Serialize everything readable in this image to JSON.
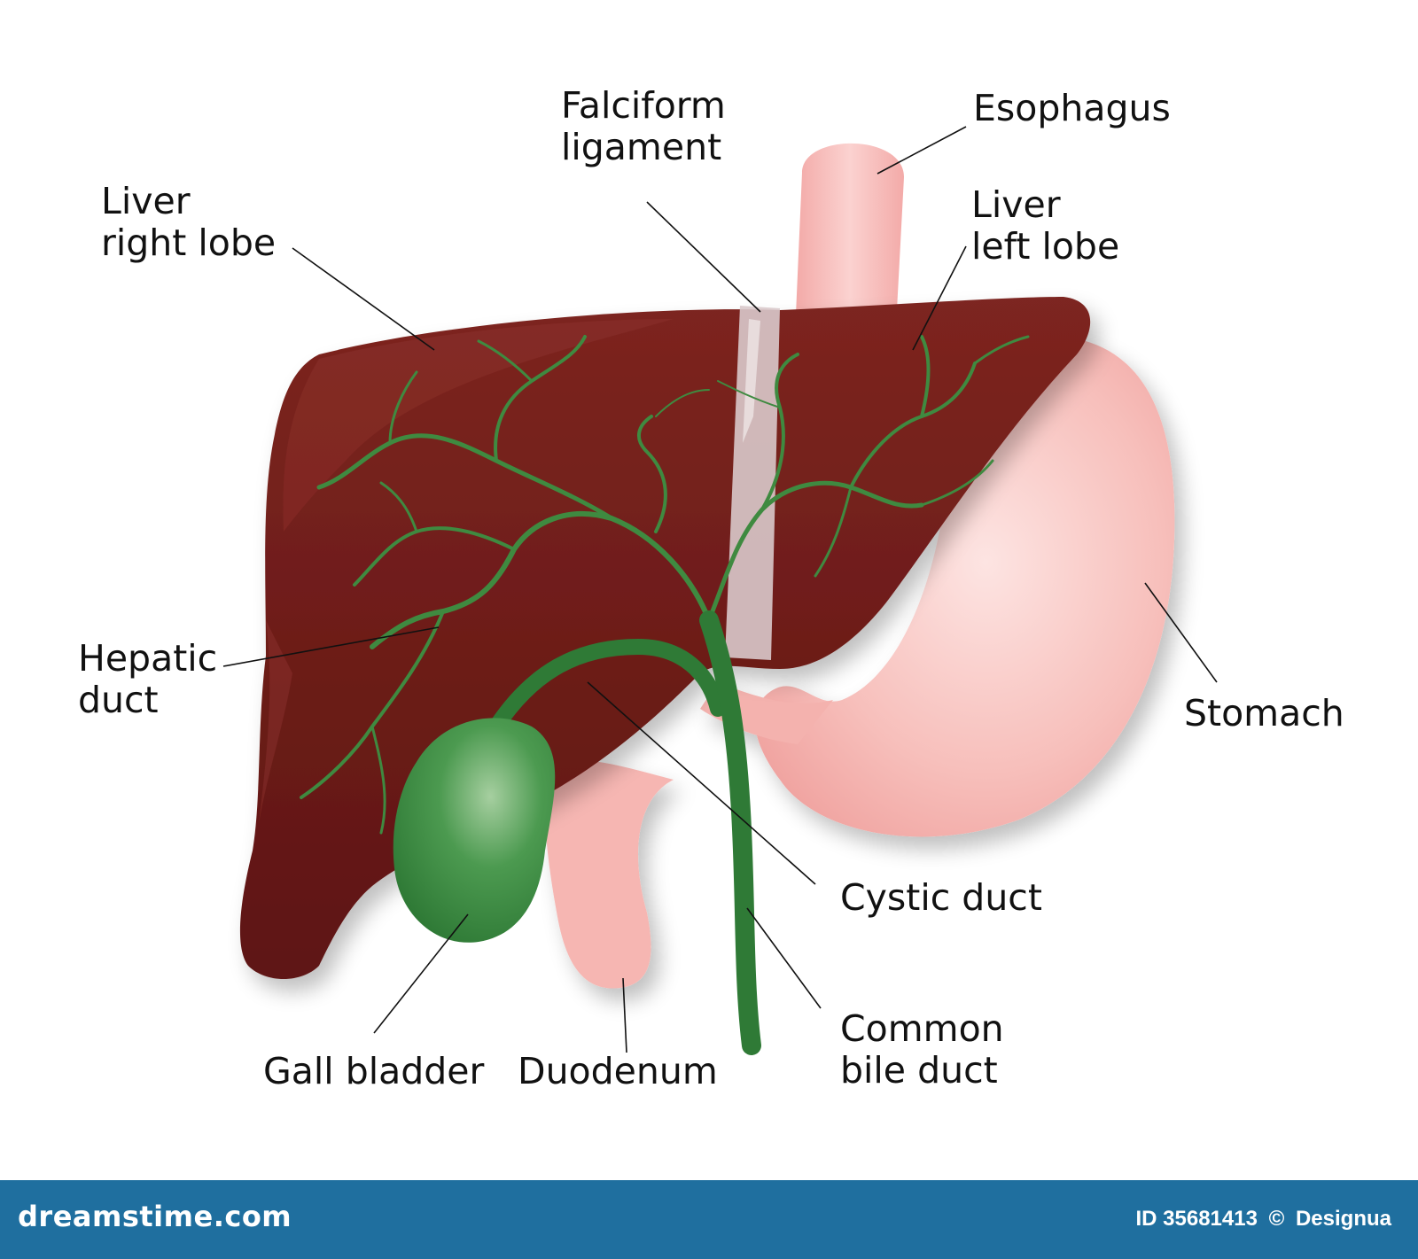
{
  "labels": {
    "falciform": [
      "Falciform",
      "ligament"
    ],
    "esophagus": [
      "Esophagus"
    ],
    "liver_right": [
      "Liver",
      "right lobe"
    ],
    "liver_left": [
      "Liver",
      "left lobe"
    ],
    "hepatic": [
      "Hepatic",
      "duct"
    ],
    "stomach": [
      "Stomach"
    ],
    "cystic": [
      "Cystic duct"
    ],
    "common_bile": [
      "Common",
      "bile duct"
    ],
    "gall_bladder": [
      "Gall bladder"
    ],
    "duodenum": [
      "Duodenum"
    ]
  },
  "footer": {
    "logo": "dreamstime.com",
    "image_id": "ID 35681413",
    "copyright": "©",
    "author": "Designua"
  },
  "colors": {
    "liver": "#6b1a17",
    "liver_highlight": "#8a302a",
    "duct": "#3f8a40",
    "gall_bladder": "#3c8c44",
    "stomach": "#f6b8b4",
    "footer": "#1f6f9f"
  }
}
